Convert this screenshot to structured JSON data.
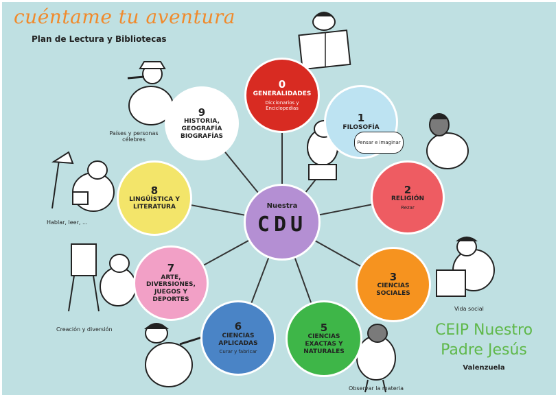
{
  "title": "cuéntame tu aventura",
  "subtitle": "Plan de Lectura y Bibliotecas",
  "center": {
    "small": "Nuestra",
    "big": "CDU"
  },
  "nodes": [
    {
      "num": "0",
      "name": "GENERALIDADES",
      "sub": "Diccionarios y Enciclopedias",
      "color": "#d82b22",
      "text": "#ffffff"
    },
    {
      "num": "1",
      "name": "FILOSOFÍA",
      "sub": "",
      "color": "#bde3f2",
      "text": "#222222"
    },
    {
      "num": "2",
      "name": "RELIGIÓN",
      "sub": "Rezar",
      "color": "#ee5c62",
      "text": "#222222"
    },
    {
      "num": "3",
      "name": "CIENCIAS SOCIALES",
      "sub": "",
      "color": "#f6931f",
      "text": "#222222"
    },
    {
      "num": "5",
      "name": "CIENCIAS EXACTAS Y NATURALES",
      "sub": "",
      "color": "#3eb648",
      "text": "#222222"
    },
    {
      "num": "6",
      "name": "CIENCIAS APLICADAS",
      "sub": "Curar y fabricar",
      "color": "#4a84c6",
      "text": "#222222"
    },
    {
      "num": "7",
      "name": "ARTE, DIVERSIONES, JUEGOS Y DEPORTES",
      "sub": "",
      "color": "#f2a0c6",
      "text": "#222222"
    },
    {
      "num": "8",
      "name": "LINGÜÍSTICA Y LITERATURA",
      "sub": "",
      "color": "#f3e56a",
      "text": "#222222"
    },
    {
      "num": "9",
      "name": "HISTORIA, GEOGRAFÍA BIOGRAFÍAS",
      "sub": "",
      "color": "#ffffff",
      "text": "#222222"
    }
  ],
  "notes": {
    "philosophy_cloud": "Pensar e imaginar",
    "history": "Países y personas célebres",
    "language": "Hablar, leer, ...",
    "art": "Creación y diversión",
    "social": "Vida social",
    "natural": "Observar la materia"
  },
  "school": {
    "line1": "CEIP Nuestro",
    "line2": "Padre Jesús",
    "line3": "Valenzuela"
  },
  "colors": {
    "background": "#bfe0e2",
    "spoke": "#333333",
    "title": "#f08a2c",
    "school": "#5fb84a",
    "center": "#b48fd3"
  }
}
